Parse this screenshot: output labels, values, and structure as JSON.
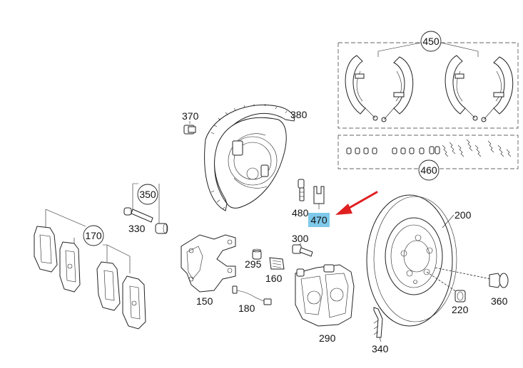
{
  "labels": {
    "p450": "450",
    "p460": "460",
    "p370": "370",
    "p380": "380",
    "p350": "350",
    "p330": "330",
    "p170": "170",
    "p480": "480",
    "p470": "470",
    "p200": "200",
    "p300": "300",
    "p295": "295",
    "p160": "160",
    "p150": "150",
    "p180": "180",
    "p290": "290",
    "p220": "220",
    "p360": "360",
    "p340": "340"
  },
  "colors": {
    "highlight": "#7ec8ea",
    "arrow": "#e02020"
  },
  "highlighted_part": "470"
}
